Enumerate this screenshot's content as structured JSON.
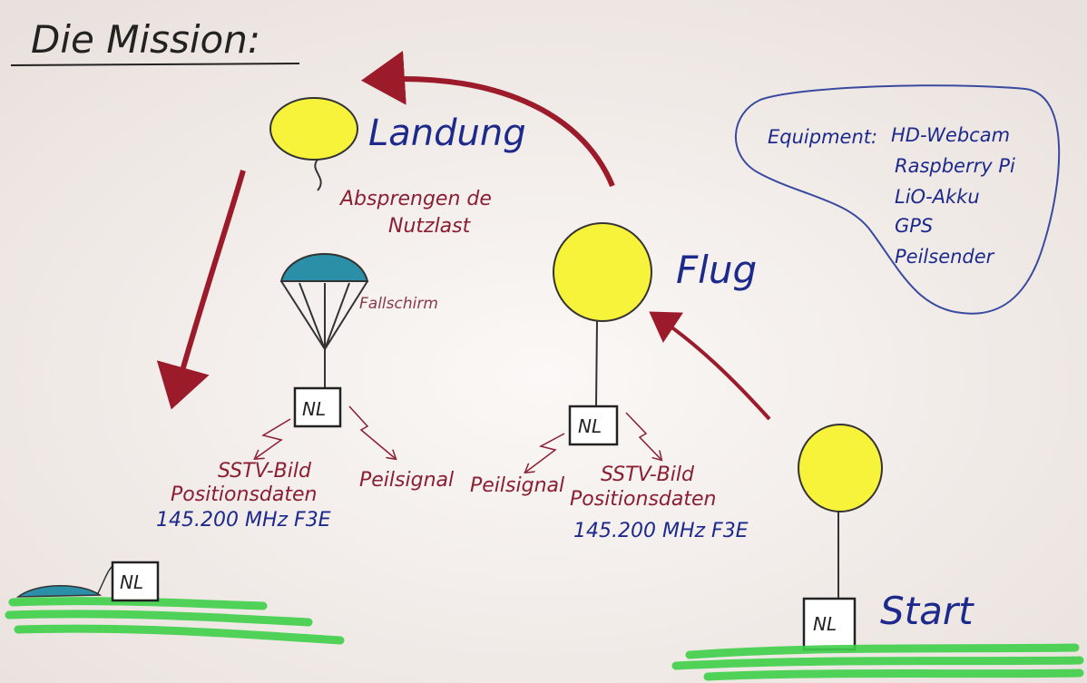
{
  "title": "Die Mission:",
  "stages": {
    "landing": "Landung",
    "flight": "Flug",
    "start": "Start"
  },
  "notes": {
    "separation_line1": "Absprengen de",
    "separation_line2": "Nutzlast",
    "parachute": "Fallschirm",
    "payload": "NL"
  },
  "signals_left": {
    "sstv": "SSTV-Bild",
    "position": "Positionsdaten",
    "frequency": "145.200 MHz F3E",
    "beacon": "Peilsignal"
  },
  "signals_right": {
    "beacon": "Peilsignal",
    "sstv": "SSTV-Bild",
    "position": "Positionsdaten",
    "frequency": "145.200 MHz F3E"
  },
  "equipment": {
    "label": "Equipment:",
    "items": [
      "HD-Webcam",
      "Raspberry Pi",
      "LiO-Akku",
      "GPS",
      "Peilsender"
    ]
  },
  "colors": {
    "balloon": "#f7f23a",
    "arrow": "#9b1b2a",
    "ground": "#3fd04a",
    "parachute": "#2b8fa8",
    "ink_blue": "#1d2a8c",
    "ink_red": "#8a1e32"
  }
}
